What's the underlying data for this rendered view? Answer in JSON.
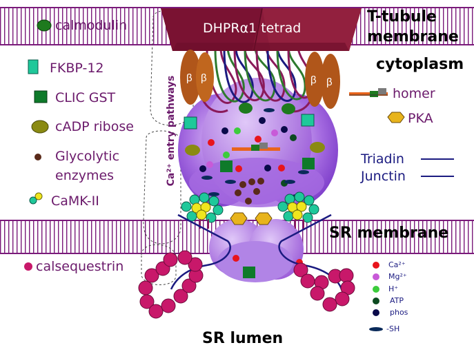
{
  "compartments": {
    "t_tubule": "T-tubule",
    "t_tubule_membrane": "membrane",
    "cytoplasm": "cytoplasm",
    "sr_membrane": "SR membrane",
    "sr_lumen": "SR lumen"
  },
  "dhpr_label": "DHPRα1 tetrad",
  "beta_label": "β",
  "ca_pathways_label": "Ca²⁺ entry pathways",
  "legend_left": [
    {
      "label": "calmodulin",
      "icon": "calmodulin-icon"
    },
    {
      "label": "FKBP-12",
      "icon": "fkbp12-icon"
    },
    {
      "label": "CLIC GST",
      "icon": "clic-gst-icon"
    },
    {
      "label": "cADP ribose",
      "icon": "cadp-ribose-icon"
    },
    {
      "label": "Glycolytic",
      "icon": "glycolytic-enzymes-icon"
    },
    {
      "label": "enzymes",
      "icon": ""
    },
    {
      "label": "CaMK-II",
      "icon": "camk-ii-icon"
    }
  ],
  "calsequestrin_label": "calsequestrin",
  "legend_right": {
    "homer": "homer",
    "pka": "PKA",
    "triadin": "Triadin",
    "junctin": "Junctin"
  },
  "ion_key": [
    {
      "label": "Ca²⁺",
      "color": "#e8141c"
    },
    {
      "label": "Mg²⁺",
      "color": "#c85ad8"
    },
    {
      "label": "H⁺",
      "color": "#3ccc3c"
    },
    {
      "label": "ATP",
      "color": "#0c4a20"
    },
    {
      "label": "phos",
      "color": "#0a0a4a"
    },
    {
      "label": "-SH",
      "color": "#0a2a5a"
    }
  ],
  "colors": {
    "membrane_line": "#7a1a7a",
    "dhpr": "#8a1a3a",
    "beta": "#b0561a",
    "ryr": "#9a5ad8",
    "calsequestrin": "#c8186a",
    "text_purple": "#6b1a6b",
    "text_navy": "#1a1a80"
  }
}
